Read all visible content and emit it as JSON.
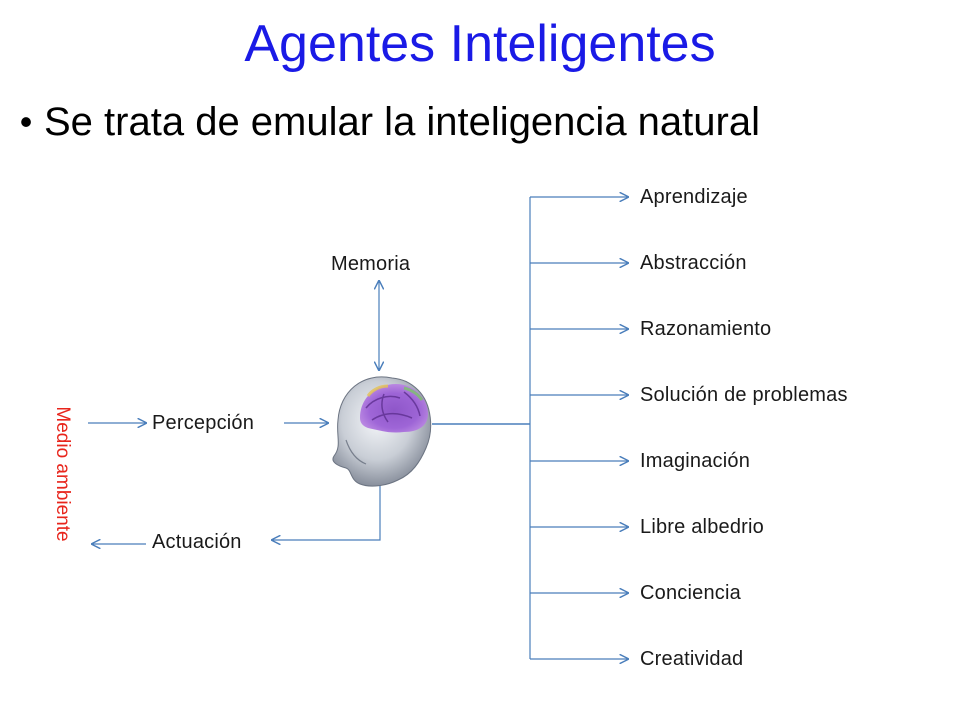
{
  "title": "Agentes Inteligentes",
  "bullet": "Se trata de emular la inteligencia natural",
  "diagram": {
    "environment_label": "Medio ambiente",
    "perception_label": "Percepción",
    "action_label": "Actuación",
    "memory_label": "Memoria",
    "capabilities": [
      "Aprendizaje",
      "Abstracción",
      "Razonamiento",
      "Solución de problemas",
      "Imaginación",
      "Libre albedrio",
      "Conciencia",
      "Creatividad"
    ]
  },
  "colors": {
    "title": "#1a1ae6",
    "environment": "#e8251c",
    "connector": "#4a7ebb"
  },
  "icons": {
    "head": "human-head-brain-icon"
  }
}
